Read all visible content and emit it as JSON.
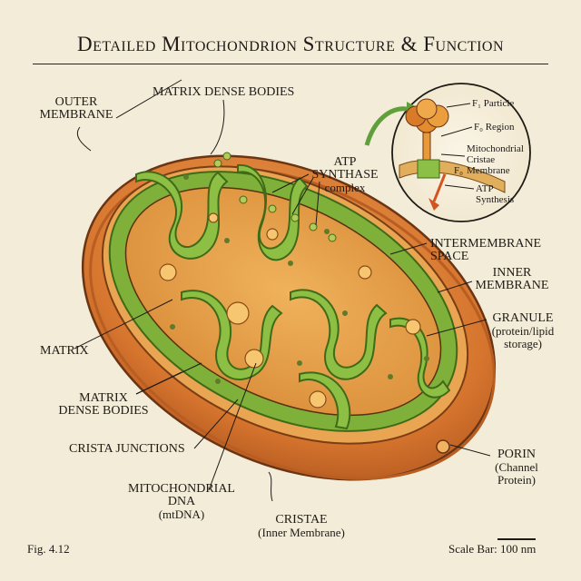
{
  "title": "Detailed Mitochondrion Structure & Function",
  "labels": {
    "outer_membrane": [
      "OUTER",
      "MEMBRANE"
    ],
    "matrix_dense_bodies_top": "MATRIX DENSE BODIES",
    "atp_synthase": [
      "ATP",
      "SYNTHASE",
      "complex"
    ],
    "intermembrane_space": [
      "INTERMEMBRANE",
      "SPACE"
    ],
    "inner_membrane": [
      "INNER",
      "MEMBRANE"
    ],
    "granule": [
      "GRANULE",
      "(protein/lipid",
      "storage)"
    ],
    "matrix": "MATRIX",
    "matrix_dense_bodies_bottom": [
      "MATRIX",
      "DENSE BODIES"
    ],
    "crista_junctions": "CRISTA JUNCTIONS",
    "mitochondrial_dna": [
      "MITOCHONDRIAL",
      "DNA",
      "(mtDNA)"
    ],
    "cristae": [
      "CRISTAE",
      "(Inner Membrane)"
    ],
    "porin": [
      "PORIN",
      "(Channel",
      "Protein)"
    ]
  },
  "inset": {
    "f1_particle": "F₁ Particle",
    "f0_region": "F₀ Region",
    "cristae_membrane": [
      "Mitochondrial",
      "Cristae",
      "Membrane"
    ],
    "f0_tag": "F₀",
    "atp_synthesis": [
      "ATP",
      "Synthesis"
    ]
  },
  "footer": {
    "figure_number": "Fig. 4.12",
    "scale_bar": "Scale Bar: 100 nm"
  },
  "colors": {
    "background": "#f3ecd9",
    "outer_membrane": "#d6752e",
    "intermembrane": "#e9a552",
    "inner_membrane_green": "#7fb13a",
    "matrix_orange": "#e0963f",
    "ink": "#1e1a16"
  }
}
